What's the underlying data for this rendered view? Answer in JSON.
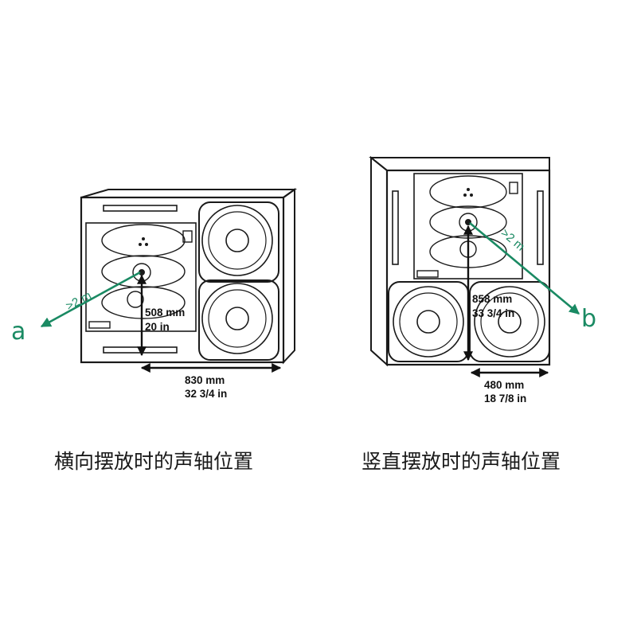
{
  "left": {
    "height_mm": "508 mm",
    "height_in": "20 in",
    "width_mm": "830 mm",
    "width_in": "32 3/4 in",
    "distance": ">2 m",
    "marker": "a",
    "caption": "横向摆放时的声轴位置"
  },
  "right": {
    "height_mm": "858 mm",
    "height_in": "33 3/4 in",
    "width_mm": "480 mm",
    "width_in": "18 7/8 in",
    "distance": ">2 m",
    "marker": "b",
    "caption": "竖直摆放时的声轴位置"
  },
  "colors": {
    "axis": "#1a8a63",
    "line": "#1a1a1a"
  }
}
